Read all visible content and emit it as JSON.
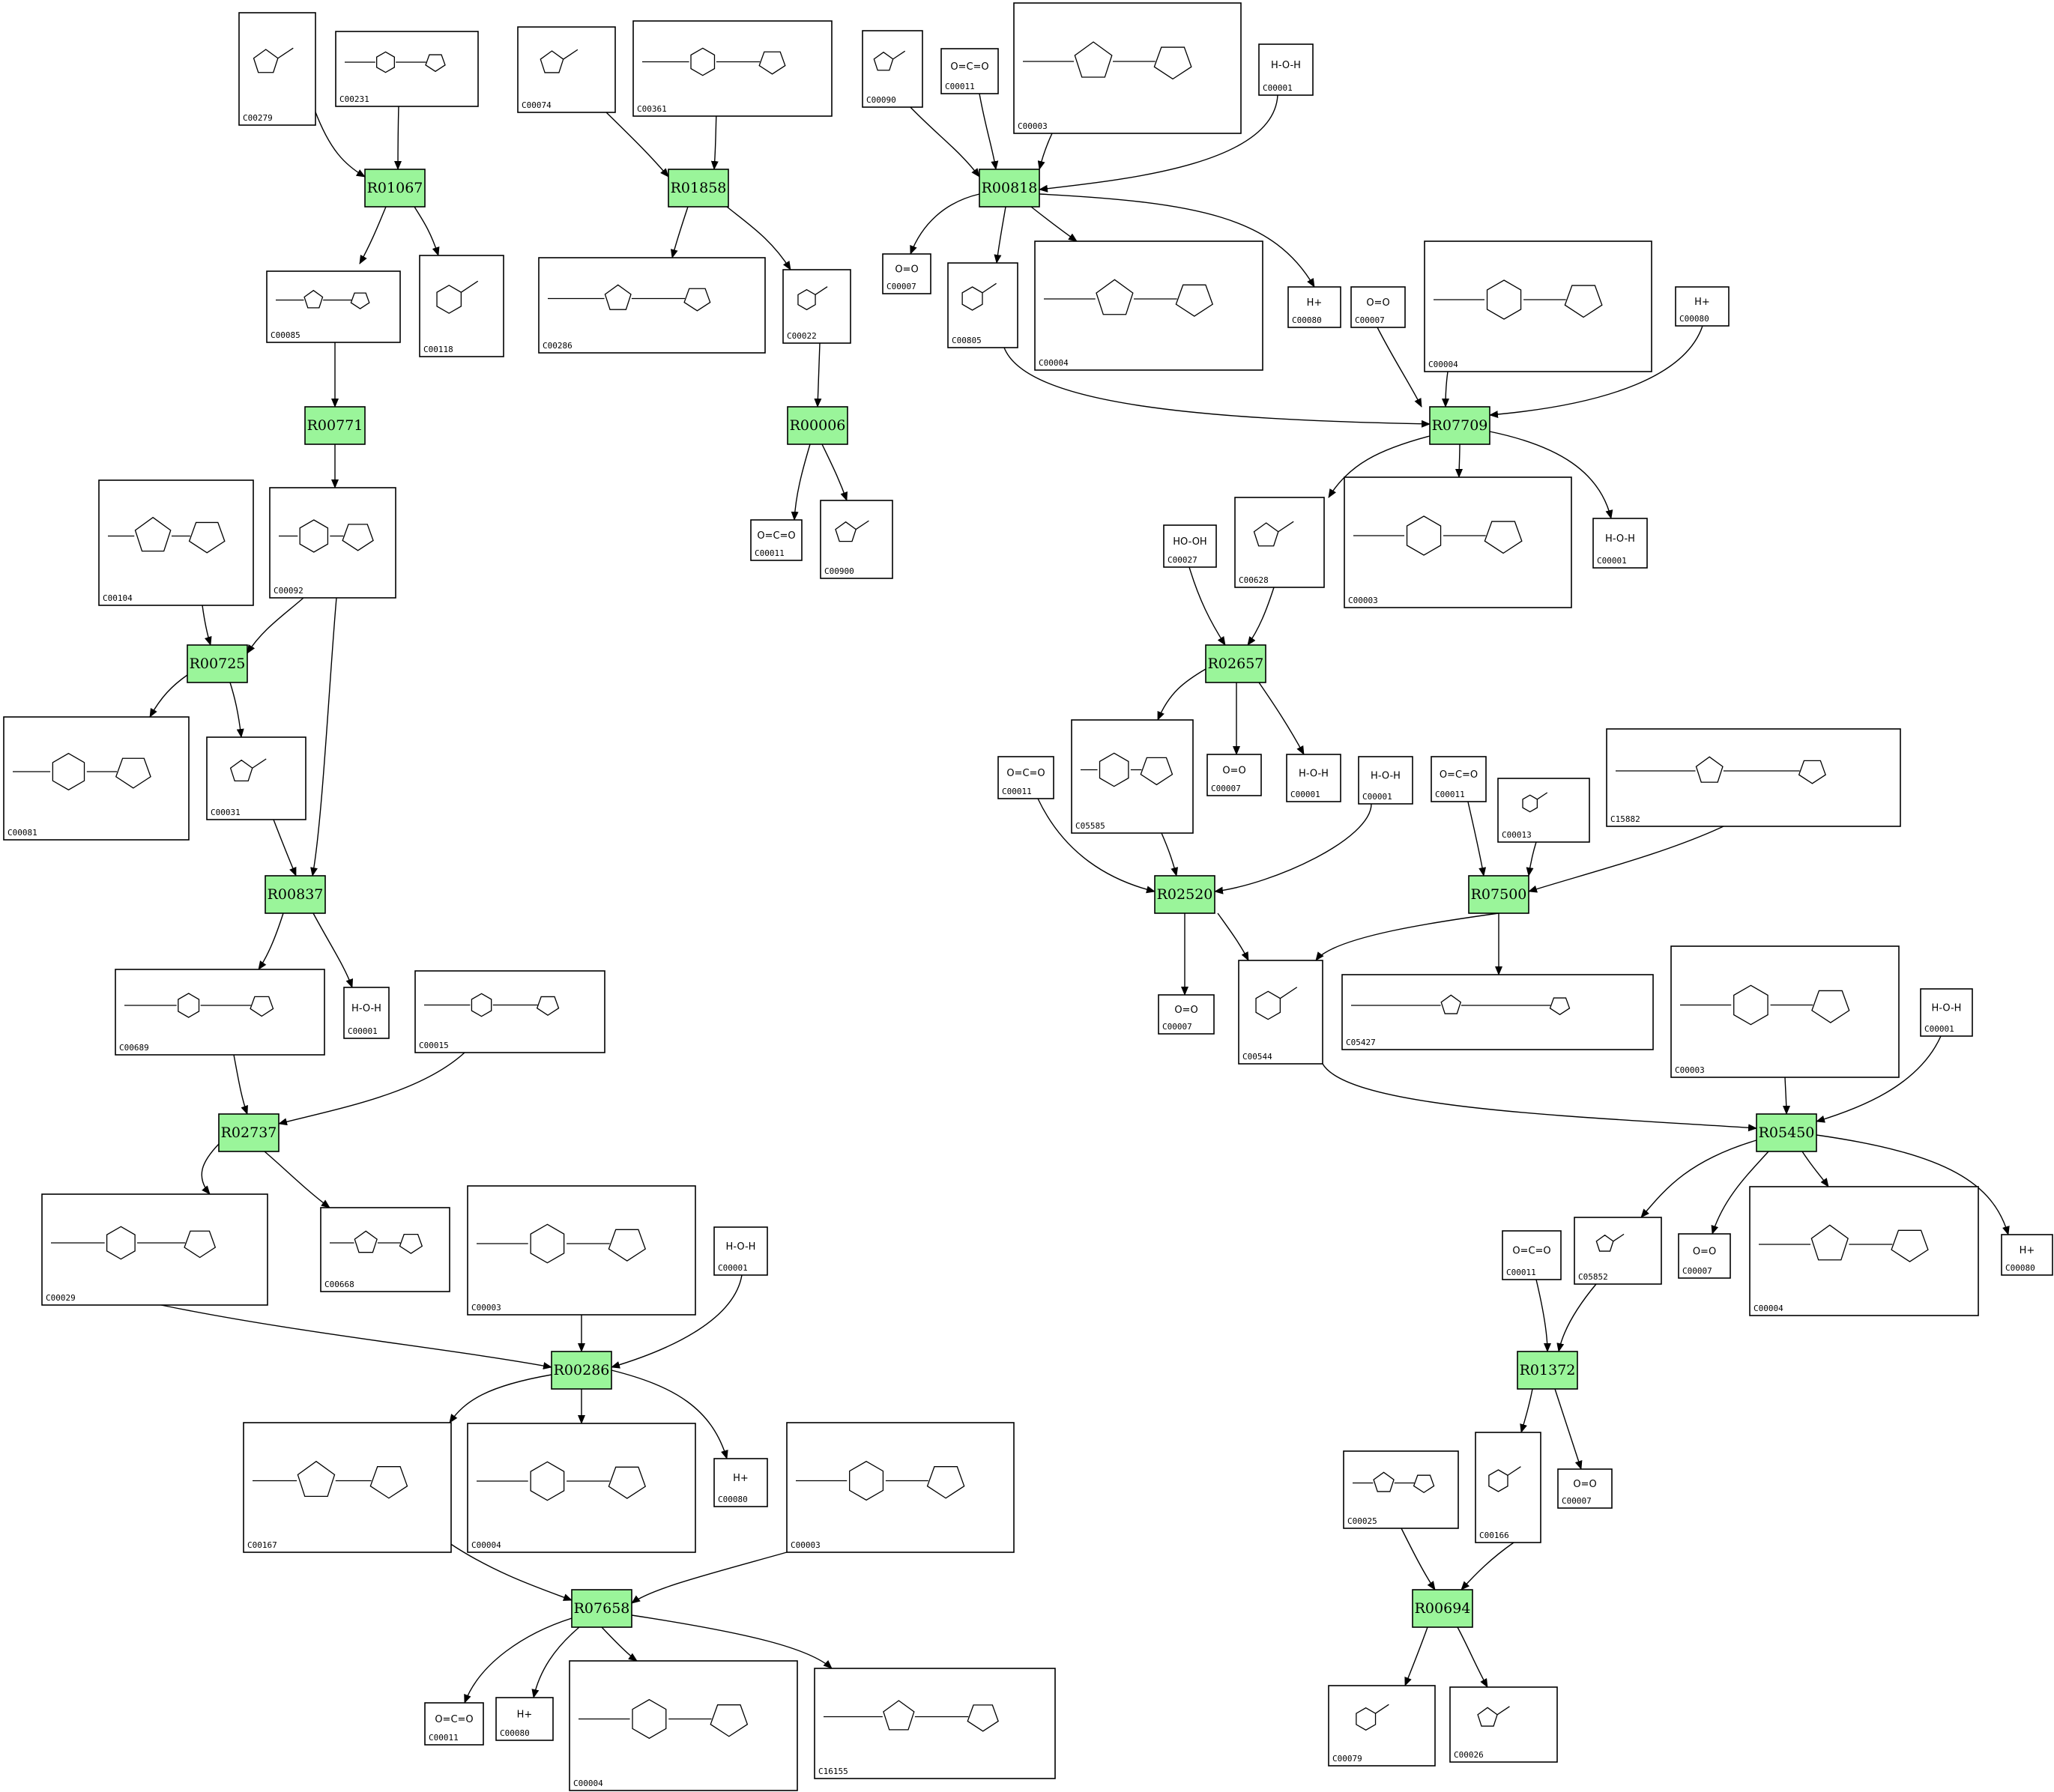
{
  "compounds": [
    {
      "id": "C00279",
      "label": "C00279"
    },
    {
      "id": "C00231",
      "label": "C00231"
    },
    {
      "id": "C00074",
      "label": "C00074"
    },
    {
      "id": "C00361",
      "label": "C00361"
    },
    {
      "id": "C00090",
      "label": "C00090"
    },
    {
      "id": "C00011",
      "label": "C00011",
      "formula": "O=C=O"
    },
    {
      "id": "C00003",
      "label": "C00003"
    },
    {
      "id": "C00001",
      "label": "C00001",
      "formula": "H-O-H"
    },
    {
      "id": "C00085",
      "label": "C00085"
    },
    {
      "id": "C00118",
      "label": "C00118"
    },
    {
      "id": "C00286",
      "label": "C00286"
    },
    {
      "id": "C00022",
      "label": "C00022"
    },
    {
      "id": "C00007",
      "label": "C00007",
      "formula": "O=O"
    },
    {
      "id": "C00805",
      "label": "C00805"
    },
    {
      "id": "C00004",
      "label": "C00004"
    },
    {
      "id": "C00080",
      "label": "C00080",
      "formula": "H+"
    },
    {
      "id": "C00092",
      "label": "C00092"
    },
    {
      "id": "C00104",
      "label": "C00104"
    },
    {
      "id": "C00900",
      "label": "C00900"
    },
    {
      "id": "C00027",
      "label": "C00027",
      "formula": "HO-OH"
    },
    {
      "id": "C00628",
      "label": "C00628"
    },
    {
      "id": "C00081",
      "label": "C00081"
    },
    {
      "id": "C00031",
      "label": "C00031"
    },
    {
      "id": "C05585",
      "label": "C05585"
    },
    {
      "id": "C00013",
      "label": "C00013"
    },
    {
      "id": "C15882",
      "label": "C15882"
    },
    {
      "id": "C00689",
      "label": "C00689"
    },
    {
      "id": "C00015",
      "label": "C00015"
    },
    {
      "id": "C00544",
      "label": "C00544"
    },
    {
      "id": "C05427",
      "label": "C05427"
    },
    {
      "id": "C00029",
      "label": "C00029"
    },
    {
      "id": "C00668",
      "label": "C00668"
    },
    {
      "id": "C05852",
      "label": "C05852"
    },
    {
      "id": "C00167",
      "label": "C00167"
    },
    {
      "id": "C00025",
      "label": "C00025"
    },
    {
      "id": "C00166",
      "label": "C00166"
    },
    {
      "id": "C16155",
      "label": "C16155"
    },
    {
      "id": "C00079",
      "label": "C00079"
    },
    {
      "id": "C00026",
      "label": "C00026"
    }
  ],
  "reactions": [
    {
      "id": "R01067",
      "label": "R01067"
    },
    {
      "id": "R01858",
      "label": "R01858"
    },
    {
      "id": "R00818",
      "label": "R00818"
    },
    {
      "id": "R00771",
      "label": "R00771"
    },
    {
      "id": "R00006",
      "label": "R00006"
    },
    {
      "id": "R07709",
      "label": "R07709"
    },
    {
      "id": "R00725",
      "label": "R00725"
    },
    {
      "id": "R02657",
      "label": "R02657"
    },
    {
      "id": "R00837",
      "label": "R00837"
    },
    {
      "id": "R02520",
      "label": "R02520"
    },
    {
      "id": "R07500",
      "label": "R07500"
    },
    {
      "id": "R02737",
      "label": "R02737"
    },
    {
      "id": "R05450",
      "label": "R05450"
    },
    {
      "id": "R00286",
      "label": "R00286"
    },
    {
      "id": "R01372",
      "label": "R01372"
    },
    {
      "id": "R07658",
      "label": "R07658"
    },
    {
      "id": "R00694",
      "label": "R00694"
    }
  ]
}
